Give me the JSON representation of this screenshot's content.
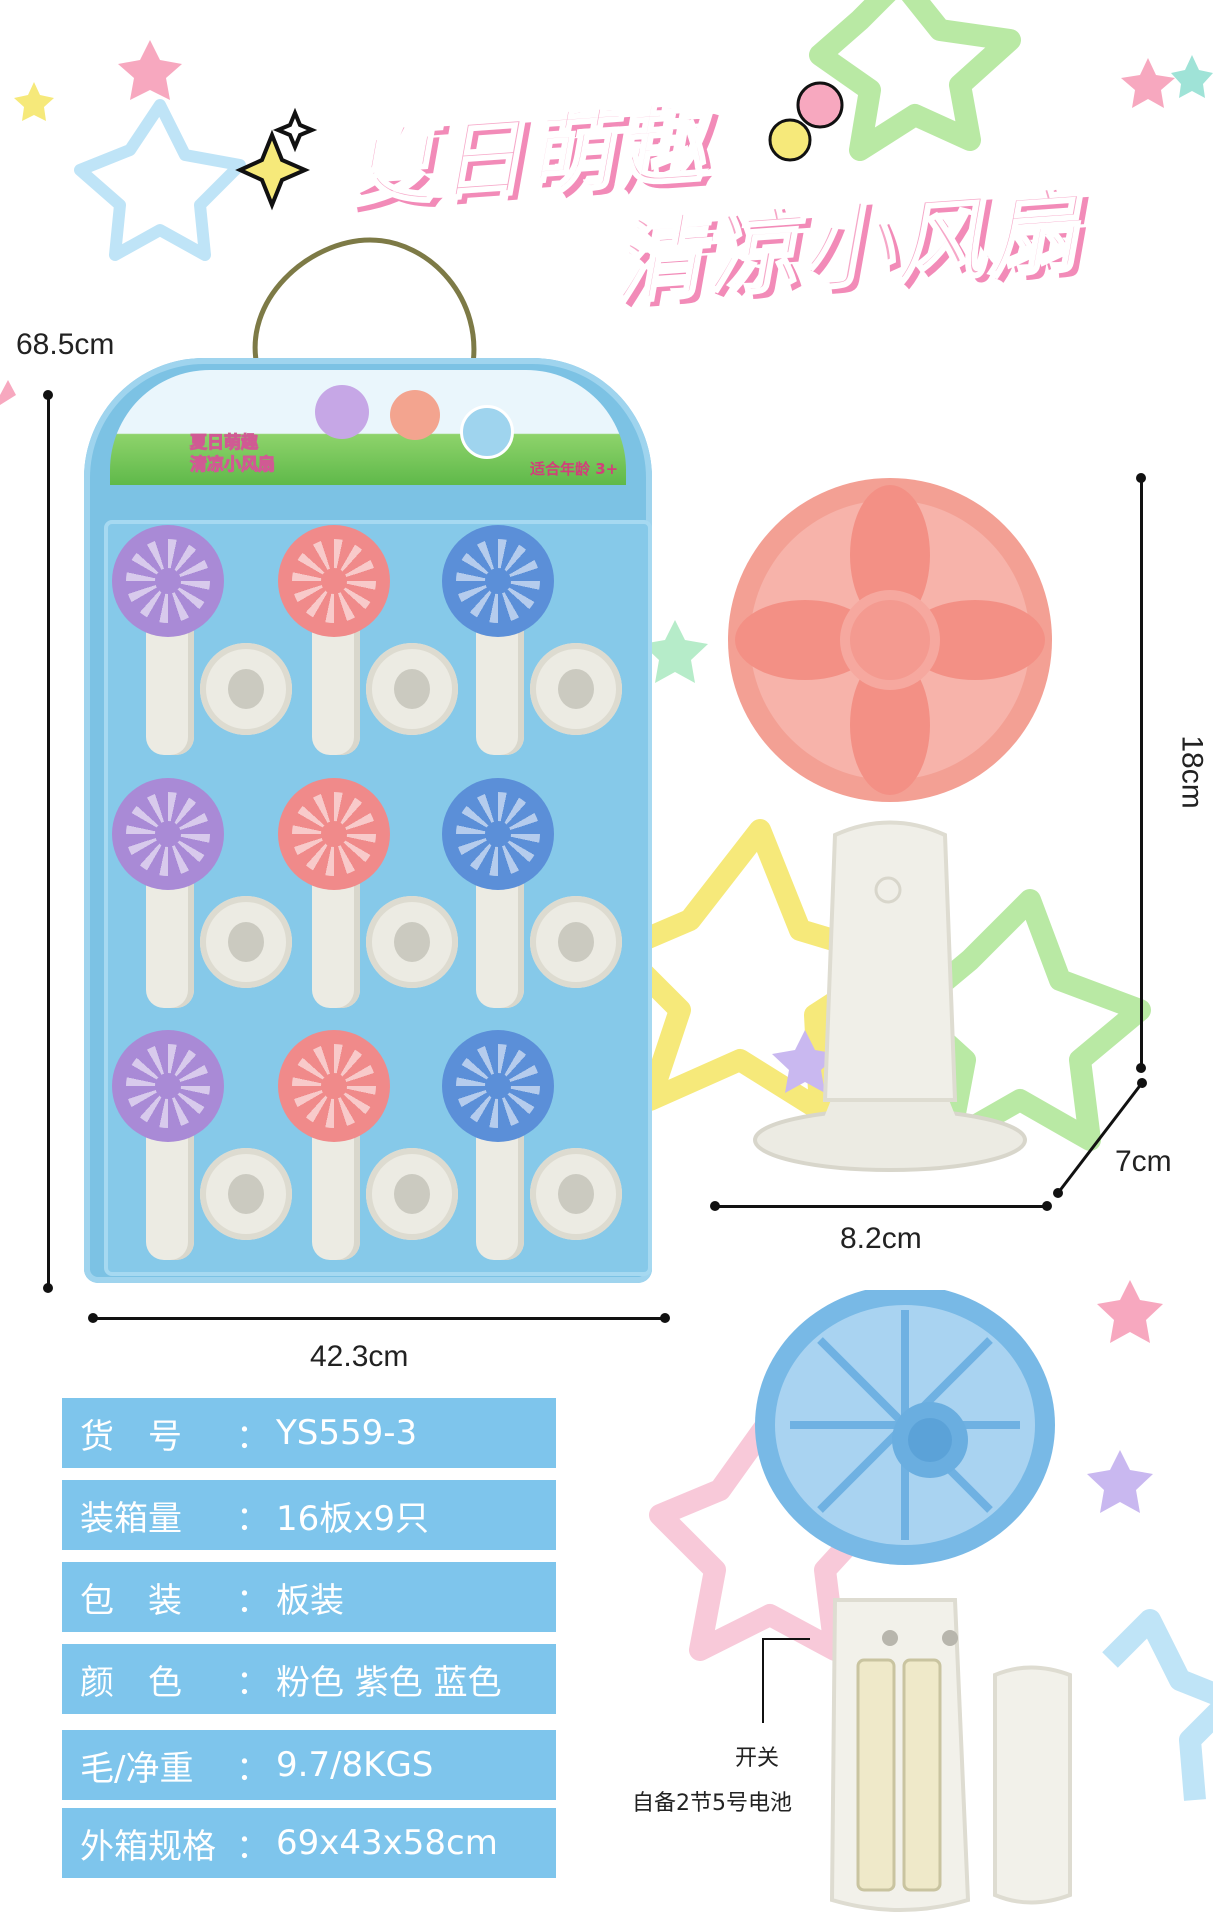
{
  "title": {
    "line1": "夏日萌趣",
    "line2": "清凉小风扇"
  },
  "board_header": {
    "line1": "夏日萌趣",
    "line2": "清凉小风扇",
    "age": "适合年龄 3+"
  },
  "dimensions": {
    "board_height": "68.5cm",
    "board_width": "42.3cm",
    "fan_height": "18cm",
    "fan_width": "8.2cm",
    "fan_depth": "7cm"
  },
  "specs": [
    {
      "label": "货　号",
      "value": "YS559-3"
    },
    {
      "label": "装箱量",
      "value": "16板x9只"
    },
    {
      "label": "包　装",
      "value": "板装"
    },
    {
      "label": "颜　色",
      "value": "粉色 紫色 蓝色"
    },
    {
      "label": "毛/净重",
      "value": "9.7/8KGS"
    },
    {
      "label": "外箱规格",
      "value": "69x43x58cm"
    }
  ],
  "annotations": {
    "switch": "开关",
    "battery": "自备2节5号电池"
  },
  "colors": {
    "purple": "#a98ad6",
    "pink": "#f08a8a",
    "blue": "#5b8fd8",
    "spec_bg": "#7ec5ec",
    "title_pink": "#f6a7c8"
  }
}
